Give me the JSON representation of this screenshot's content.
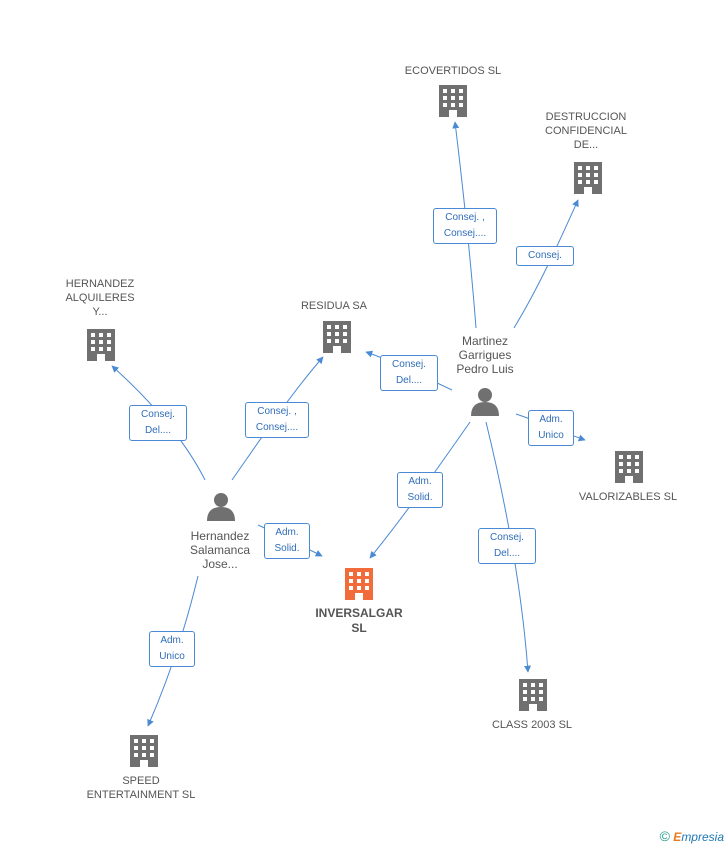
{
  "nodes": {
    "ecovertidos": {
      "label": "ECOVERTIDOS SL"
    },
    "destruccion": {
      "label": "DESTRUCCION\nCONFIDENCIAL\nDE..."
    },
    "hernandez_alq": {
      "label": "HERNANDEZ\nALQUILERES\nY..."
    },
    "residua": {
      "label": "RESIDUA SA"
    },
    "valorizables": {
      "label": "VALORIZABLES SL"
    },
    "inversalgar": {
      "label": "INVERSALGAR\nSL"
    },
    "class2003": {
      "label": "CLASS 2003 SL"
    },
    "speed": {
      "label": "SPEED\nENTERTAINMENT SL"
    }
  },
  "people": {
    "martinez": {
      "label": "Martinez\nGarrigues\nPedro Luis"
    },
    "hernandez": {
      "label": "Hernandez\nSalamanca\nJose..."
    }
  },
  "edges": {
    "m_ecovertidos": "Consej. ,\nConsej....",
    "m_destruccion": "Consej.",
    "m_residua": "Consej.\nDel....",
    "m_valorizables": "Adm.\nUnico",
    "m_inversalgar": "Adm.\nSolid.",
    "m_class": "Consej.\nDel....",
    "h_alq": "Consej.\nDel....",
    "h_residua": "Consej. ,\nConsej....",
    "h_inversalgar": "Adm.\nSolid.",
    "h_speed": "Adm.\nUnico"
  },
  "colors": {
    "building": "#707070",
    "main_building": "#f26b3a",
    "person": "#707070",
    "edge": "#4a8ad4"
  },
  "footer": {
    "copyright": "©",
    "brand_first": "E",
    "brand_rest": "mpresia"
  }
}
